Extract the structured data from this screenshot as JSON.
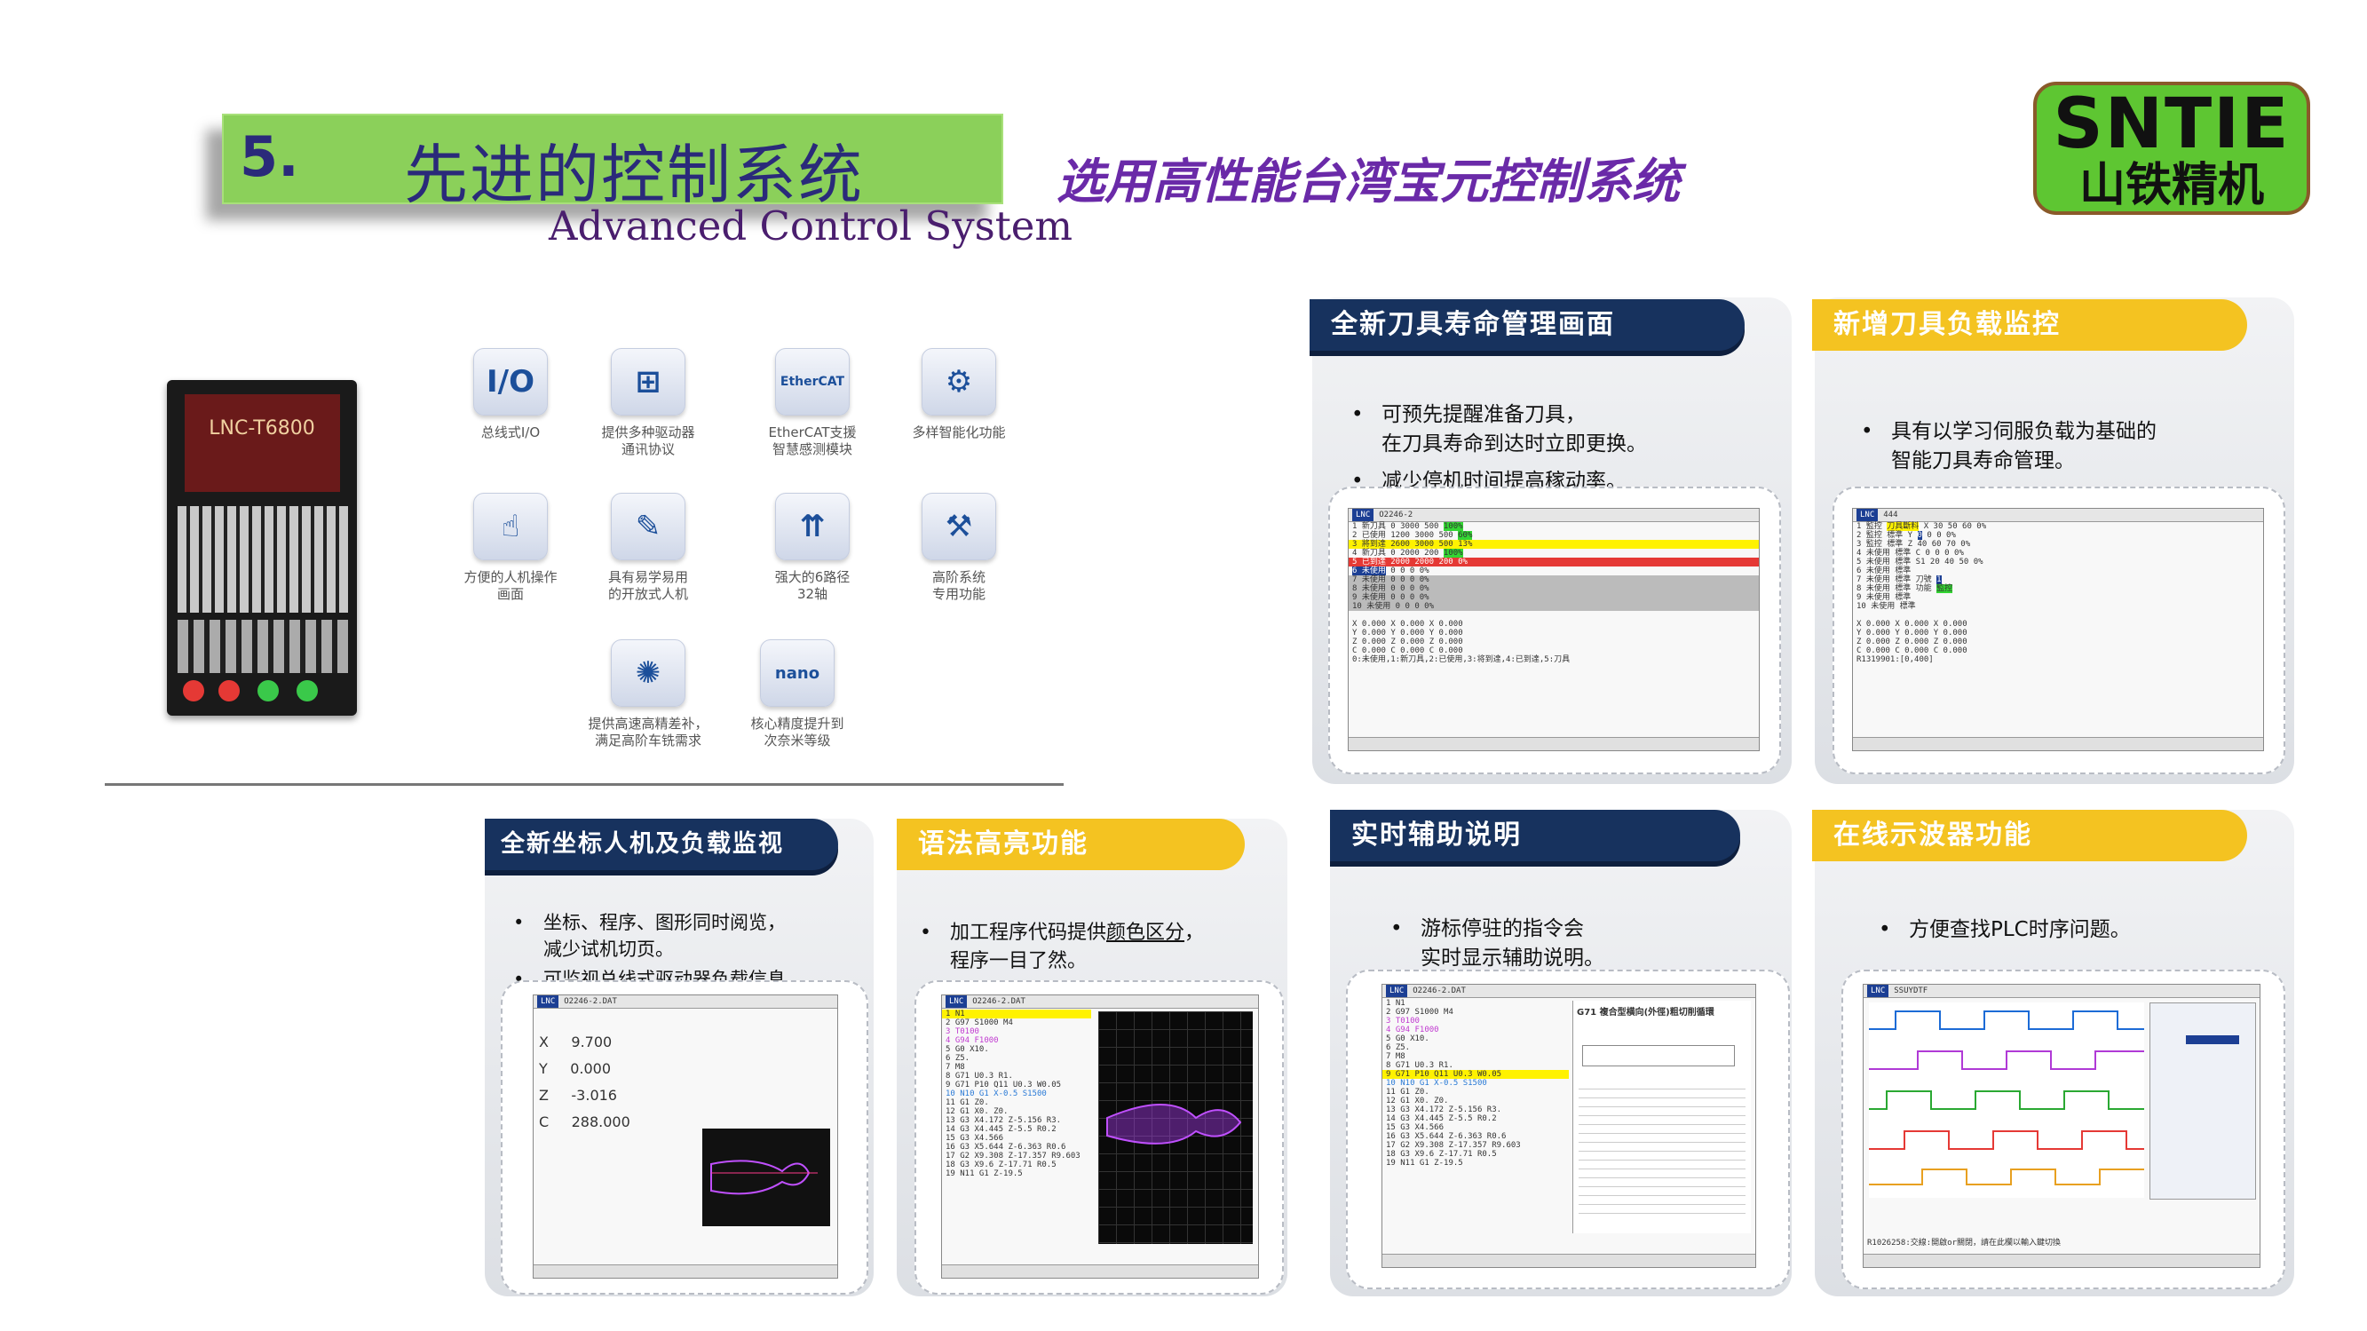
{
  "header": {
    "section_number": "5.",
    "title_cn": "先进的控制系统",
    "title_en": "Advanced Control System",
    "tagline": "选用高性能台湾宝元控制系统"
  },
  "logo": {
    "line1": "SNTIE",
    "line2": "山铁精机"
  },
  "controller": {
    "brand": "LNC-T6800"
  },
  "features": [
    {
      "icon": "io-icon",
      "glyph": "I/O",
      "label": "总线式I/O"
    },
    {
      "icon": "network-icon",
      "glyph": "⊞",
      "label": "提供多种驱动器\n通讯协议"
    },
    {
      "icon": "ethercat-icon",
      "glyph": "EtherCAT",
      "label": "EtherCAT支援\n智慧感测模块"
    },
    {
      "icon": "brain-gear-icon",
      "glyph": "⚙",
      "label": "多样智能化功能"
    },
    {
      "icon": "touch-screen-icon",
      "glyph": "☝",
      "label": "方便的人机操作\n画面"
    },
    {
      "icon": "user-code-icon",
      "glyph": "✎",
      "label": "具有易学易用\n的开放式人机"
    },
    {
      "icon": "arrows-up-icon",
      "glyph": "⇈",
      "label": "强大的6路径\n32轴"
    },
    {
      "icon": "spindle-icon",
      "glyph": "⚒",
      "label": "高阶系统\n专用功能"
    },
    {
      "icon": "compensation-icon",
      "glyph": "✺",
      "label": "提供高速高精差补，\n满足高阶车铣需求"
    },
    {
      "icon": "nano-icon",
      "glyph": "nano",
      "label": "核心精度提升到\n次奈米等级"
    }
  ],
  "panels": {
    "tool_life": {
      "title": "全新刀具寿命管理画面",
      "bullets": [
        "可预先提醒准备刀具，\n在刀具寿命到达时立即更换。",
        "减少停机时间提高稼动率。"
      ],
      "screen_title": "O2246-2",
      "status_line": "0:未使用,1:新刀具,2:已使用,3:将到達,4:已到達,5:刀具"
    },
    "tool_load": {
      "title": "新增刀具负载监控",
      "bullets": [
        "具有以学习伺服负载为基础的\n智能刀具寿命管理。"
      ],
      "screen_title": "444",
      "status_line": "R1319901:[0,400]"
    },
    "coordinates": {
      "title": "全新坐标人机及负载监视",
      "bullets": [
        "坐标、程序、图形同时阅览，\n减少试机切页。",
        "可监视总线式驱动器负载信息。"
      ],
      "screen_title": "O2246-2.DAT",
      "coords": [
        {
          "axis": "X",
          "value": "9.700"
        },
        {
          "axis": "Y",
          "value": "0.000"
        },
        {
          "axis": "Z",
          "value": "-3.016"
        },
        {
          "axis": "C",
          "value": "288.000"
        }
      ]
    },
    "syntax": {
      "title": "语法高亮功能",
      "bullets_pre": "加工程序代码提供",
      "bullets_link": "颜色区分",
      "bullets_post": "，\n程序一目了然。",
      "screen_title": "O2246-2.DAT"
    },
    "help": {
      "title": "实时辅助说明",
      "bullets": [
        "游标停驻的指令会\n实时显示辅助说明。"
      ],
      "screen_title": "O2246-2.DAT",
      "help_title": "G71 複合型横向(外徑)粗切削循環"
    },
    "oscilloscope": {
      "title": "在线示波器功能",
      "bullets": [
        "方便查找PLC时序问题。"
      ],
      "screen_title": "SSUYDTF",
      "status_line": "R1026258:交線:開啟or關閉，請在此欄以輸入鍵切換"
    }
  },
  "program_lines": [
    "N1",
    "G97 S1000 M4",
    "T0100",
    "G94 F1000",
    "G0 X10.",
    "Z5.",
    "M8",
    "G71 U0.3 R1.",
    "G71 P10 Q11 U0.3 W0.05",
    "N10 G1 X-0.5 S1500",
    "G1 Z0.",
    "G1 X0. Z0.",
    "G3 X4.172 Z-5.156 R3.",
    "G3 X4.445 Z-5.5 R0.2",
    "G3 X4.566",
    "G3 X5.644 Z-6.363 R0.6",
    "G2 X9.308 Z-17.357 R9.603",
    "G3 X9.6 Z-17.71 R0.5",
    "N11 G1 Z-19.5"
  ],
  "colors": {
    "title_bar": "#8bd05a",
    "navy": "#17325e",
    "gold": "#f4c321",
    "tagline": "#6a2aa8",
    "logo_green": "#5ec632"
  }
}
